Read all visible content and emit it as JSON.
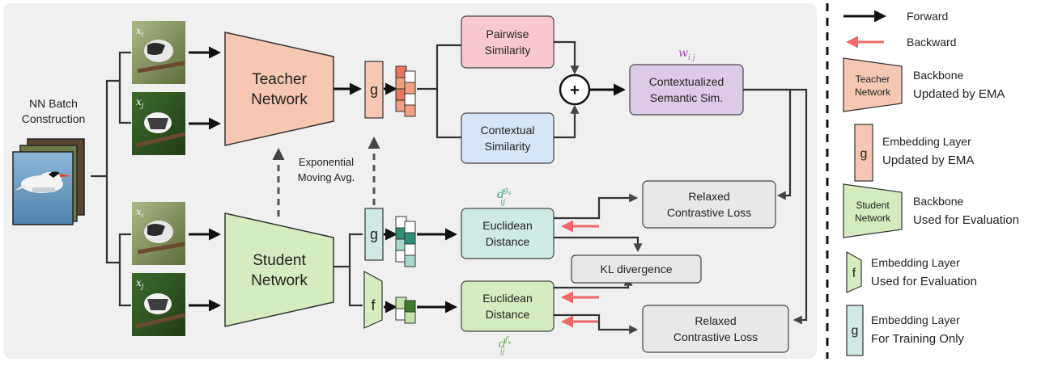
{
  "colors": {
    "teacher": "#f6c7b3",
    "student": "#d5ecc0",
    "pairwise": "#f9c9cf",
    "contextual": "#d6e6f6",
    "semantic": "#dccbe6",
    "euclid_g": "#cfe9e4",
    "euclid_f": "#d5ecc0",
    "gray_box": "#e8e8e8",
    "panel_bg": "#f0f0f0",
    "forward": "#111111",
    "backward": "#f06868",
    "wij": "#a34fb5",
    "dg": "#3a9f86",
    "df": "#6aa84f"
  },
  "batch_label": [
    "NN Batch",
    "Construction"
  ],
  "sample_labels": {
    "xi": "x",
    "xi_sub": "i",
    "xj": "x",
    "xj_sub": "j"
  },
  "teacher": [
    "Teacher",
    "Network"
  ],
  "student": [
    "Student",
    "Network"
  ],
  "g": "g",
  "f": "f",
  "ema_label": [
    "Exponential",
    "Moving Avg."
  ],
  "pairwise": [
    "Pairwise",
    "Similarity"
  ],
  "contextual": [
    "Contextual",
    "Similarity"
  ],
  "plus": "+",
  "semantic": [
    "Contextualized",
    "Semantic Sim."
  ],
  "w_label": "w",
  "w_sub": "i j",
  "d_g": {
    "d": "d",
    "sub": "ij",
    "sup": "g",
    "supsub": "s"
  },
  "d_f": {
    "d": "d",
    "sub": "ij",
    "sup": "f",
    "supsub": "s"
  },
  "euclid_g": [
    "Euclidean",
    "Distance"
  ],
  "euclid_f": [
    "Euclidean",
    "Distance"
  ],
  "relaxed_top": [
    "Relaxed",
    "Contrastive Loss"
  ],
  "relaxed_bottom": [
    "Relaxed",
    "Contrastive Loss"
  ],
  "kl": "KL divergence",
  "legend": {
    "forward": "Forward",
    "backward": "Backward",
    "teacher_icon": [
      "Teacher",
      "Network"
    ],
    "teacher_text": [
      "Backbone",
      "Updated by EMA"
    ],
    "g_teacher_icon": "g",
    "g_teacher_text": [
      "Embedding Layer",
      "Updated by EMA"
    ],
    "student_icon": [
      "Student",
      "Network"
    ],
    "student_text": [
      "Backbone",
      "Used for Evaluation"
    ],
    "f_icon": "f",
    "f_text": [
      "Embedding Layer",
      "Used for Evaluation"
    ],
    "g_student_icon": "g",
    "g_student_text": [
      "Embedding Layer",
      "For Training Only"
    ]
  }
}
